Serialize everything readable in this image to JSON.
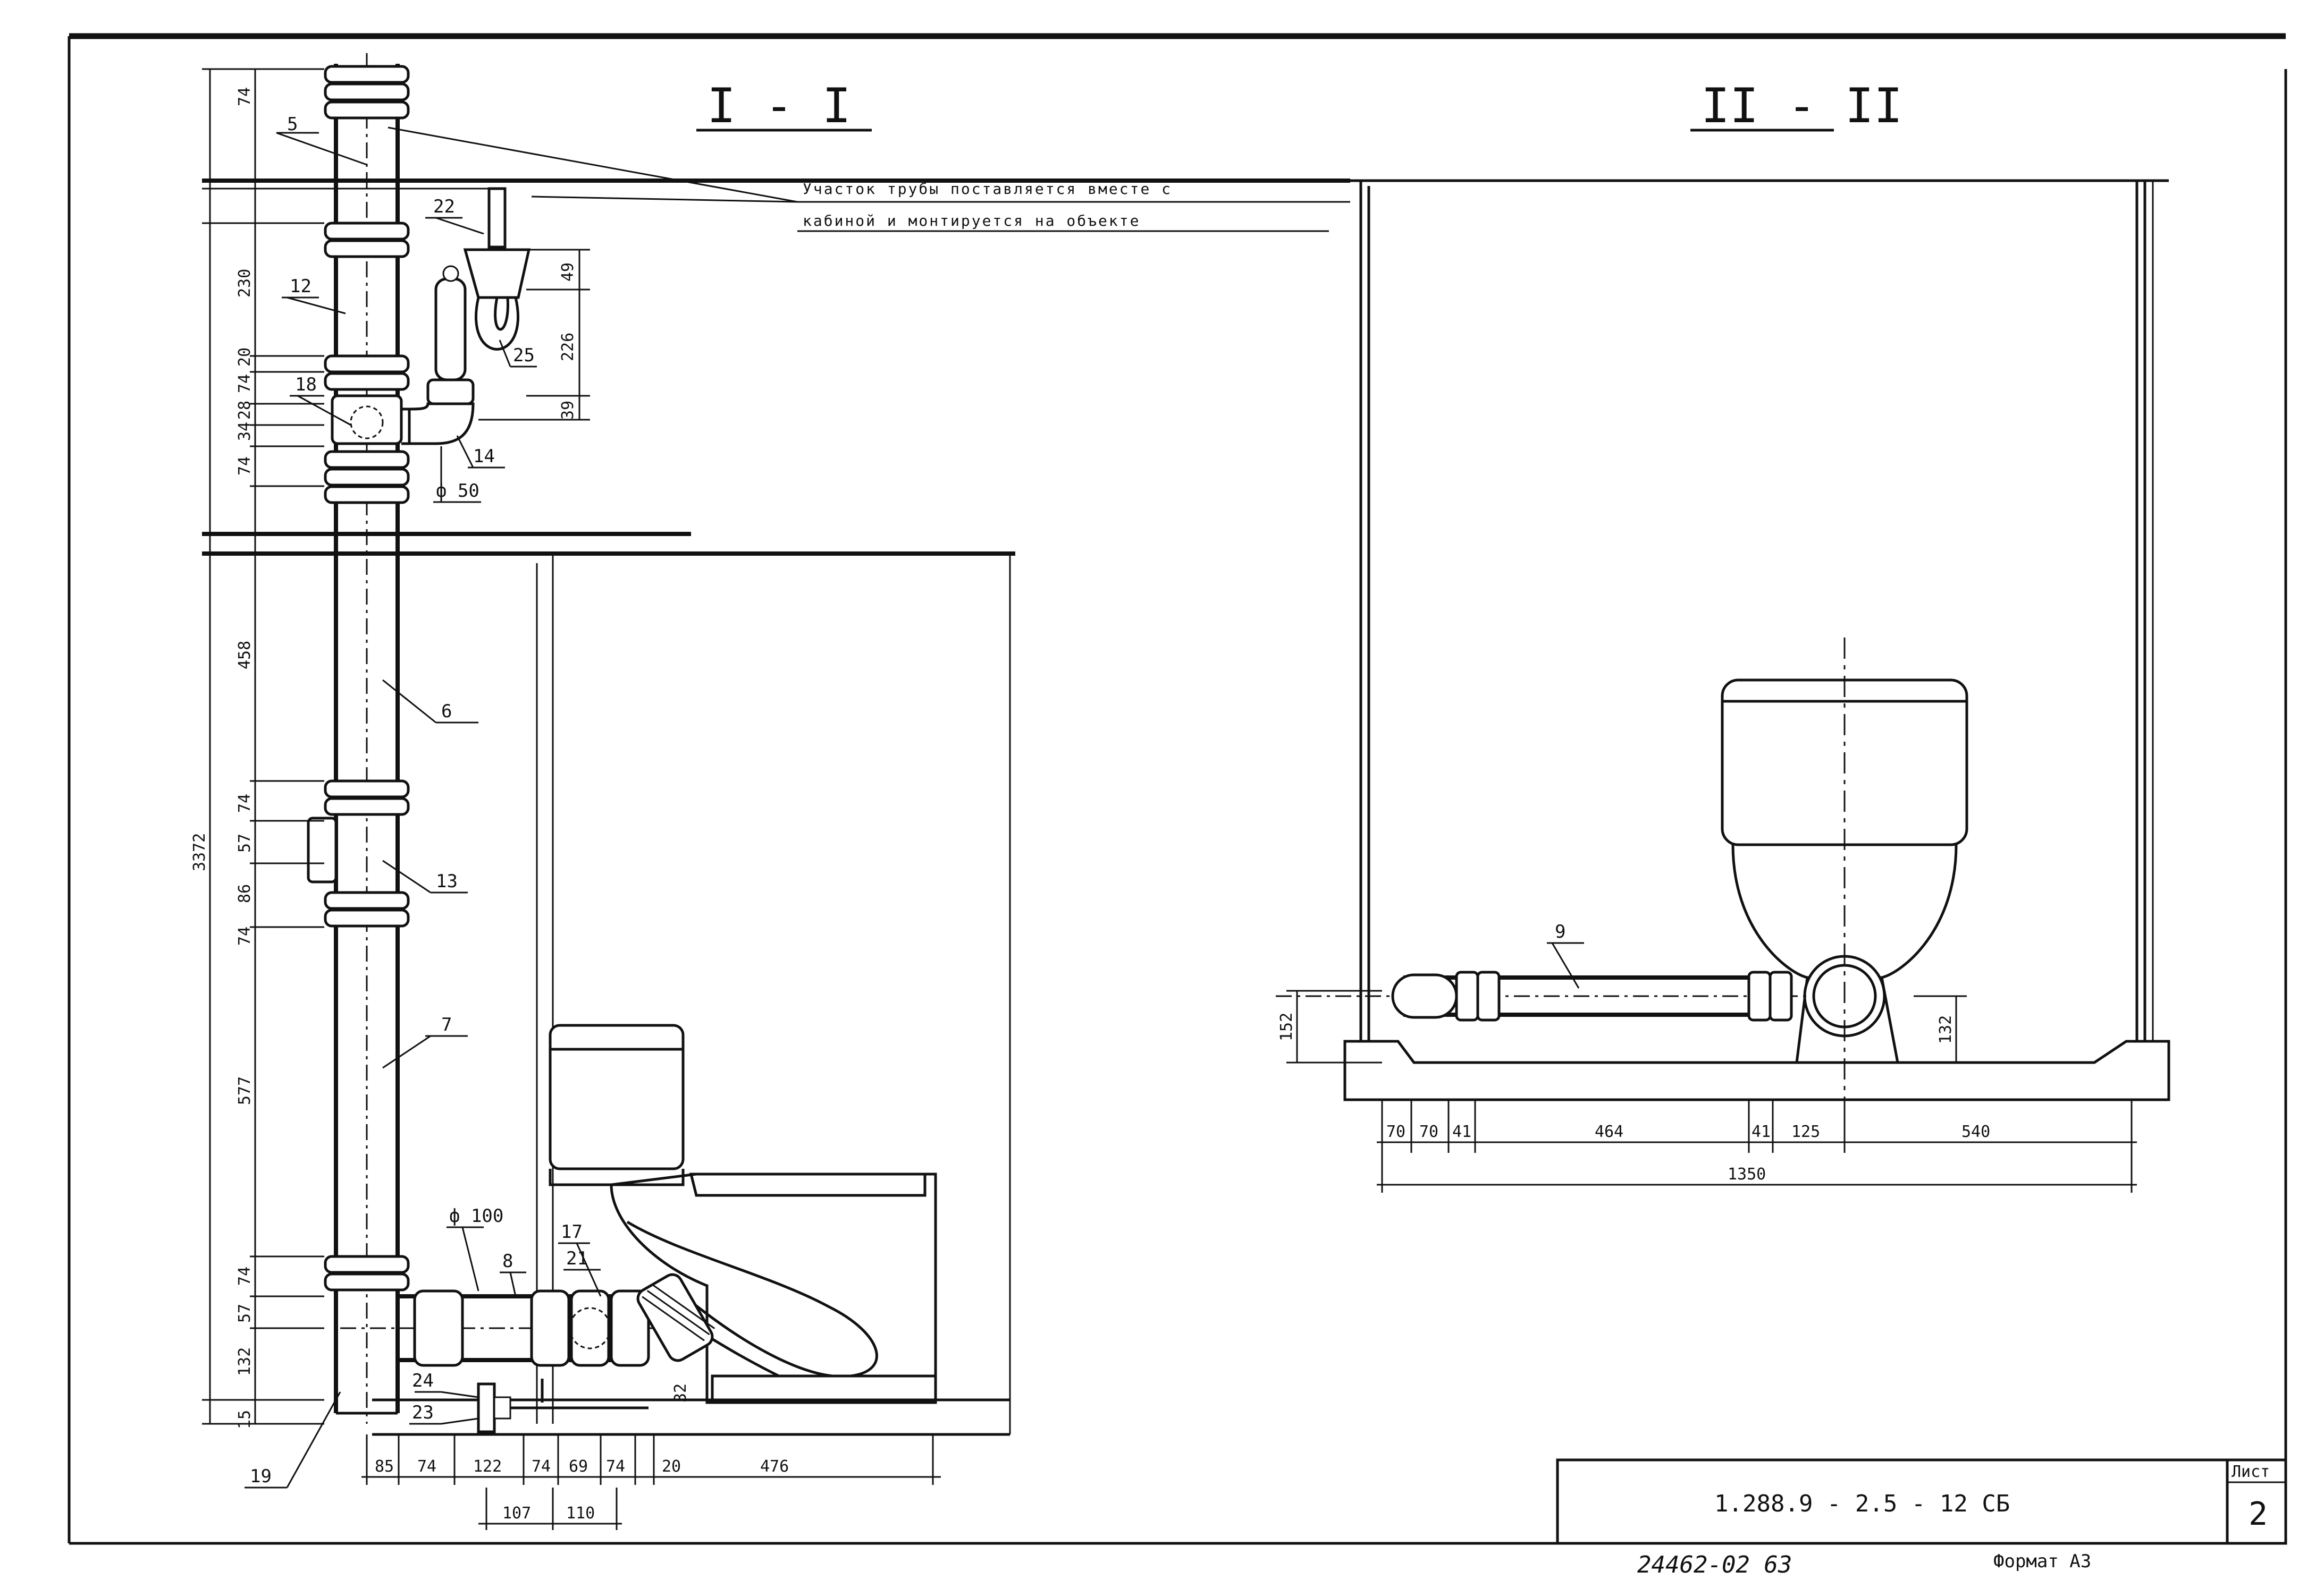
{
  "sections": {
    "left_title": "I - I",
    "right_title": "II - II"
  },
  "note": {
    "line1": "Участок трубы поставляется вместе с",
    "line2": "кабиной и монтируется на объекте"
  },
  "labels": {
    "l5": "5",
    "l22": "22",
    "l12": "12",
    "l25": "25",
    "l18": "18",
    "l14": "14",
    "d50": "ф 50",
    "l6": "6",
    "l13": "13",
    "l7": "7",
    "d100": "ф 100",
    "l8": "8",
    "l17": "17",
    "l21": "21",
    "l24": "24",
    "l23": "23",
    "l19": "19",
    "l9": "9"
  },
  "dims_left_vertical": {
    "d74a": "74",
    "d230": "230",
    "d20": "20",
    "d74b": "74",
    "d28": "28",
    "d34": "34",
    "d74c": "74",
    "d458": "458",
    "d74d": "74",
    "d57a": "57",
    "d86": "86",
    "d74e": "74",
    "d577": "577",
    "d74f": "74",
    "d57b": "57",
    "d132": "132",
    "d15": "15",
    "d3372": "3372"
  },
  "dims_trap": {
    "d49": "49",
    "d226": "226",
    "d39": "39"
  },
  "dims_left_bottom": {
    "b85": "85",
    "b74a": "74",
    "b122": "122",
    "b74b": "74",
    "b69": "69",
    "b74c": "74",
    "b20": "20",
    "b476": "476",
    "b107": "107",
    "b110": "110",
    "b32": "32"
  },
  "dims_right": {
    "r152": "152",
    "r132": "132",
    "r70a": "70",
    "r70b": "70",
    "r41a": "41",
    "r464": "464",
    "r41b": "41",
    "r125": "125",
    "r540": "540",
    "r1350": "1350"
  },
  "title_block": {
    "code": "1.288.9 - 2.5 - 12   СБ",
    "sheet_label": "Лист",
    "sheet_number": "2"
  },
  "footer": {
    "inventory": "24462-02   63",
    "format": "Формат А3"
  }
}
